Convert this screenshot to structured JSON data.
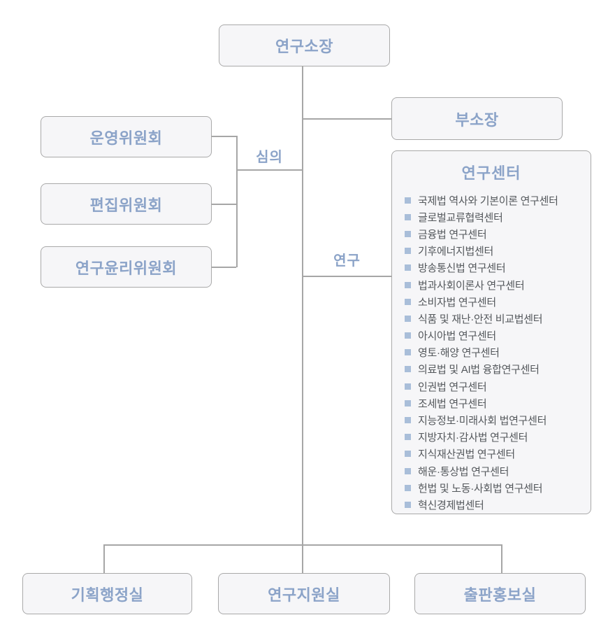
{
  "org": {
    "root": {
      "label": "연구소장"
    },
    "deputy": {
      "label": "부소장"
    },
    "committees_branch_label": "심의",
    "committees": [
      {
        "label": "운영위원회"
      },
      {
        "label": "편집위원회"
      },
      {
        "label": "연구윤리위원회"
      }
    ],
    "research_branch_label": "연구",
    "research_center": {
      "title": "연구센터",
      "items": [
        "국제법 역사와 기본이론 연구센터",
        "글로벌교류협력센터",
        "금융법 연구센터",
        "기후에너지법센터",
        "방송통신법 연구센터",
        "법과사회이론사 연구센터",
        "소비자법 연구센터",
        "식품 및 재난·안전 비교법센터",
        "아시아법 연구센터",
        "영토·해양 연구센터",
        "의료법 및 AI법 융합연구센터",
        "인권법 연구센터",
        "조세법 연구센터",
        "지능정보·미래사회 법연구센터",
        "지방자치·감사법 연구센터",
        "지식재산권법 연구센터",
        "해운·통상법 연구센터",
        "헌법 및 노동·사회법 연구센터",
        "혁신경제법센터"
      ]
    },
    "offices": [
      {
        "label": "기획행정실"
      },
      {
        "label": "연구지원실"
      },
      {
        "label": "출판홍보실"
      }
    ],
    "colors": {
      "accent_text": "#8ba3c8",
      "bullet": "#a9bed9",
      "line": "#a6a6a6",
      "box_fill": "#f6f6f8",
      "box_border": "#a9a9a9",
      "list_text": "#54585c"
    }
  }
}
